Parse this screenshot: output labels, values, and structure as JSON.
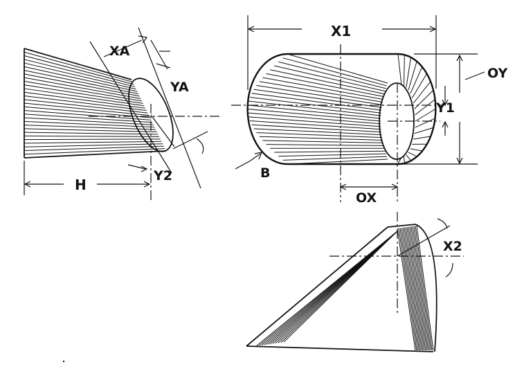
{
  "labels": {
    "xa": "XA",
    "ya": "YA",
    "y2": "Y2",
    "h": "H",
    "x1": "X1",
    "oy": "OY",
    "y1": "Y1",
    "b": "B",
    "ox": "OX",
    "x2": "X2"
  },
  "colors": {
    "ink": "#111111",
    "paper": "#ffffff"
  }
}
